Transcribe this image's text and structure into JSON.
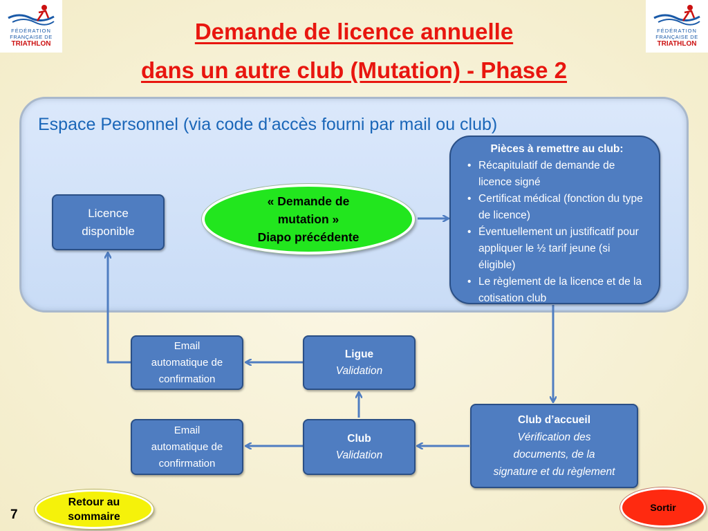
{
  "logo": {
    "line1": "FÉDÉRATION",
    "line2": "FRANÇAISE DE",
    "line3": "TRIATHLON"
  },
  "title": {
    "line1": "Demande de licence annuelle",
    "line2": "dans un autre club  (Mutation) - Phase 2"
  },
  "panel_title": "Espace Personnel (via code d’accès fourni par mail ou club)",
  "licence_box": {
    "line1": "Licence",
    "line2": "disponible"
  },
  "mutation_oval": {
    "line1": "« Demande de",
    "line2": "mutation »",
    "line3": "Diapo précédente"
  },
  "pieces": {
    "header": "Pièces à remettre au club:",
    "items": [
      "Récapitulatif de demande de licence signé",
      "Certificat médical (fonction du type de licence)",
      "Éventuellement un justificatif pour appliquer le ½ tarif jeune (si éligible)",
      "Le règlement de la licence et de la cotisation club"
    ]
  },
  "email_box_1": {
    "line1": "Email",
    "line2": "automatique de",
    "line3": "confirmation"
  },
  "email_box_2": {
    "line1": "Email",
    "line2": "automatique de",
    "line3": "confirmation"
  },
  "ligue_box": {
    "title": "Ligue",
    "subtitle": "Validation"
  },
  "club_box": {
    "title": "Club",
    "subtitle": "Validation"
  },
  "club_accueil_box": {
    "title": "Club d’accueil",
    "line1": "Vérification des",
    "line2": "documents, de la",
    "line3": "signature et du règlement"
  },
  "nav": {
    "back_line1": "Retour au",
    "back_line2": "sommaire",
    "exit": "Sortir"
  },
  "page_number": "7",
  "colors": {
    "title": "#e8160f",
    "panel_title": "#1a66b8",
    "box_fill": "#4f7dc1",
    "arrow": "#4f7dc1",
    "oval_green": "#22e61e",
    "oval_yellow": "#f5f20a",
    "oval_red": "#ff2a10"
  }
}
